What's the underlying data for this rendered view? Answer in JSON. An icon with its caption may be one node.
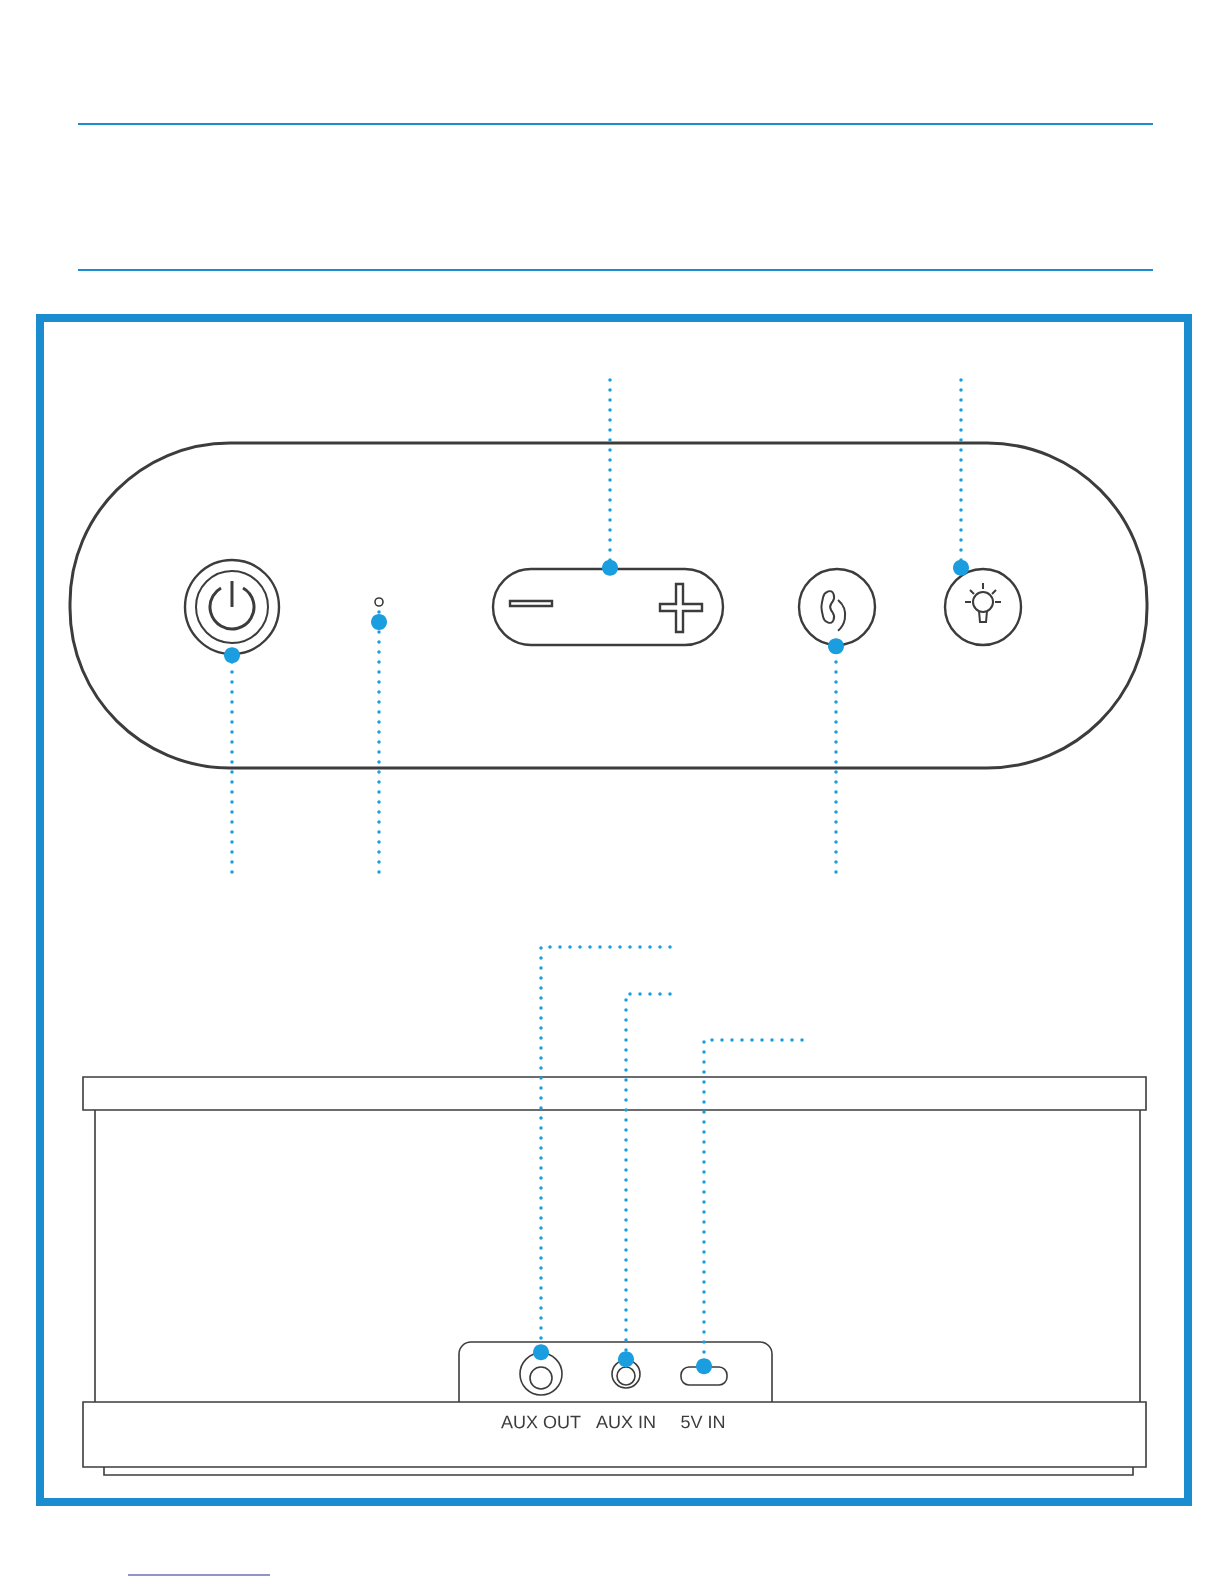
{
  "diagram": {
    "nodes": [
      {
        "text": [],
        "shape": "circle"
      },
      {
        "text": [],
        "shape": "circle"
      },
      {
        "text": [],
        "shape": "box"
      },
      {
        "text": [],
        "shape": "circle"
      },
      {
        "text": [],
        "shape": "circle"
      },
      {
        "text": [],
        "shape": "circle"
      },
      {
        "text": [],
        "shape": "circle"
      },
      {
        "text": [],
        "shape": "box"
      }
    ],
    "edges": [
      {
        "from": null,
        "to": 0,
        "arrow": "other",
        "style": "dashed"
      },
      {
        "from": null,
        "to": 1,
        "arrow": "other",
        "style": "dashed"
      },
      {
        "from": null,
        "to": 2,
        "arrow": "other",
        "style": "dashed"
      },
      {
        "from": null,
        "to": 3,
        "arrow": "other",
        "style": "dashed"
      },
      {
        "from": null,
        "to": 4,
        "arrow": "other",
        "style": "dashed"
      },
      {
        "from": null,
        "to": 5,
        "arrow": "other",
        "style": "dashed"
      },
      {
        "from": null,
        "to": 6,
        "arrow": "other",
        "style": "dashed"
      },
      {
        "from": null,
        "to": 7,
        "arrow": "other",
        "style": "dashed"
      }
    ],
    "labels": [
      "AUX OUT",
      "AUX IN",
      "5V IN"
    ]
  }
}
